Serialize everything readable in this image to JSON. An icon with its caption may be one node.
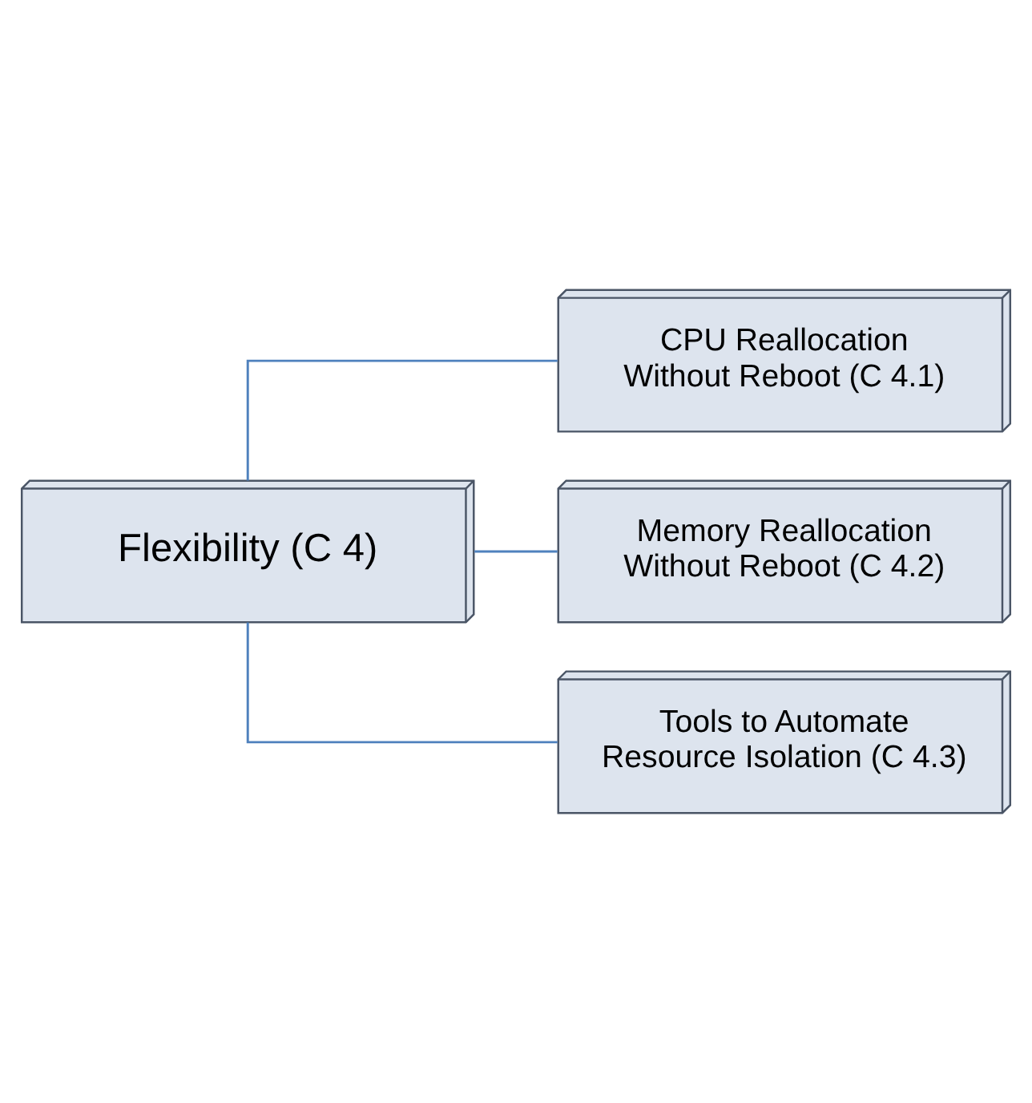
{
  "diagram": {
    "nodes": [
      {
        "text": [
          "Flexibility (C 4)"
        ]
      },
      {
        "text": [
          "CPU Reallocation Without Reboot (C 4.1)"
        ]
      },
      {
        "text": [
          "Memory Reallocation Without Reboot (C 4.2)"
        ]
      },
      {
        "text": [
          "Tools to Automate Resource Isolation (C 4.3)"
        ]
      }
    ],
    "edges": [
      {
        "from": 0,
        "to": 1,
        "arrow": "none"
      },
      {
        "from": 0,
        "to": 2,
        "arrow": "none"
      },
      {
        "from": 0,
        "to": 3,
        "arrow": "none"
      }
    ]
  }
}
